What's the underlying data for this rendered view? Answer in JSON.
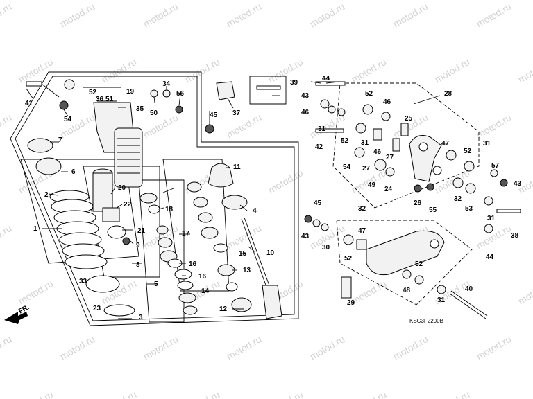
{
  "watermark": "motod.ru",
  "diagram_code": "KSC3F2200B",
  "front_marker": "FR.",
  "labels": [
    "1",
    "2",
    "3",
    "4",
    "5",
    "6",
    "7",
    "8",
    "9",
    "10",
    "11",
    "12",
    "13",
    "14",
    "15",
    "16",
    "16",
    "17",
    "18",
    "19",
    "20",
    "21",
    "22",
    "23",
    "24",
    "25",
    "26",
    "27",
    "27",
    "28",
    "29",
    "30",
    "31",
    "31",
    "31",
    "31",
    "31",
    "32",
    "32",
    "33",
    "34",
    "35",
    "36",
    "37",
    "38",
    "39",
    "40",
    "41",
    "42",
    "43",
    "43",
    "43",
    "44",
    "44",
    "45",
    "45",
    "46",
    "46",
    "46",
    "47",
    "47",
    "48",
    "49",
    "50",
    "51",
    "52",
    "52",
    "52",
    "52",
    "52",
    "52",
    "53",
    "54",
    "54",
    "55",
    "56",
    "57"
  ]
}
